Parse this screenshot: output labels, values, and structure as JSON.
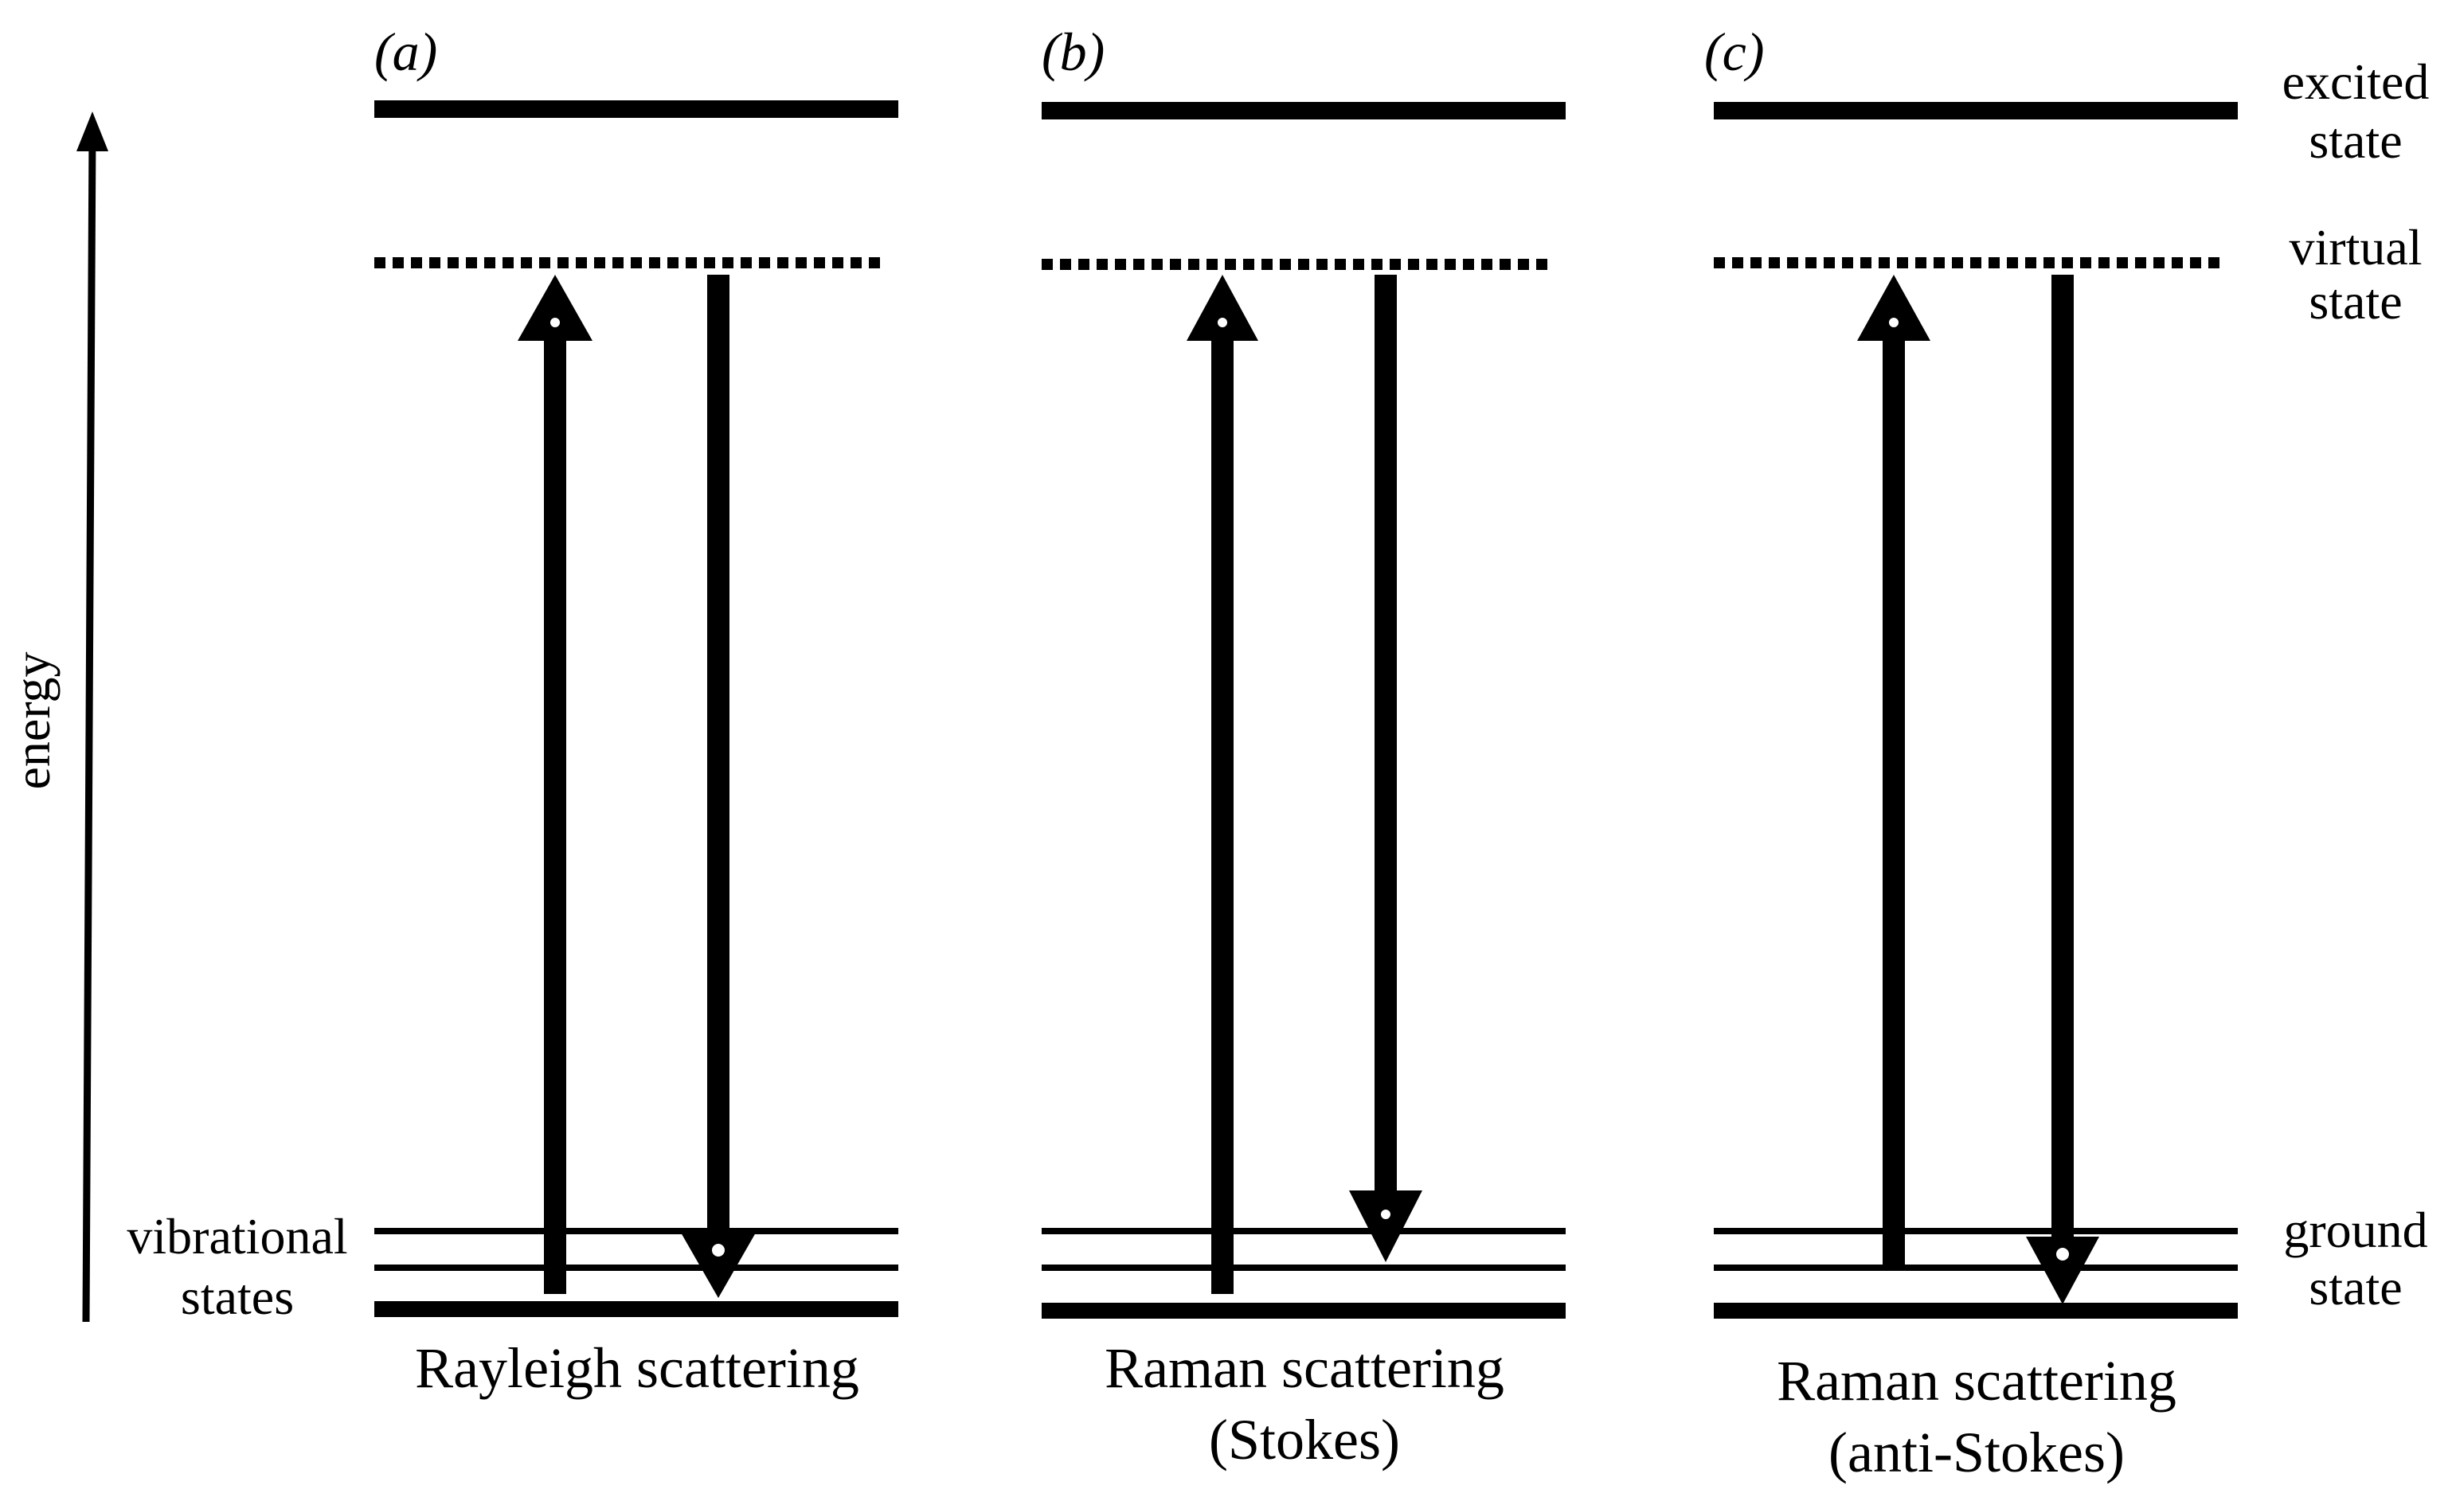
{
  "axis": {
    "label": "energy"
  },
  "panels": [
    {
      "letter": "(a)",
      "caption": [
        "Rayleigh scattering"
      ]
    },
    {
      "letter": "(b)",
      "caption": [
        "Raman scattering",
        "(Stokes)"
      ]
    },
    {
      "letter": "(c)",
      "caption": [
        "Raman scattering",
        "(anti-Stokes)"
      ]
    }
  ],
  "labels": {
    "excited": [
      "excited",
      "state"
    ],
    "virtual": [
      "virtual",
      "state"
    ],
    "vibrational": [
      "vibrational",
      "states"
    ],
    "ground": [
      "ground",
      "state"
    ]
  }
}
